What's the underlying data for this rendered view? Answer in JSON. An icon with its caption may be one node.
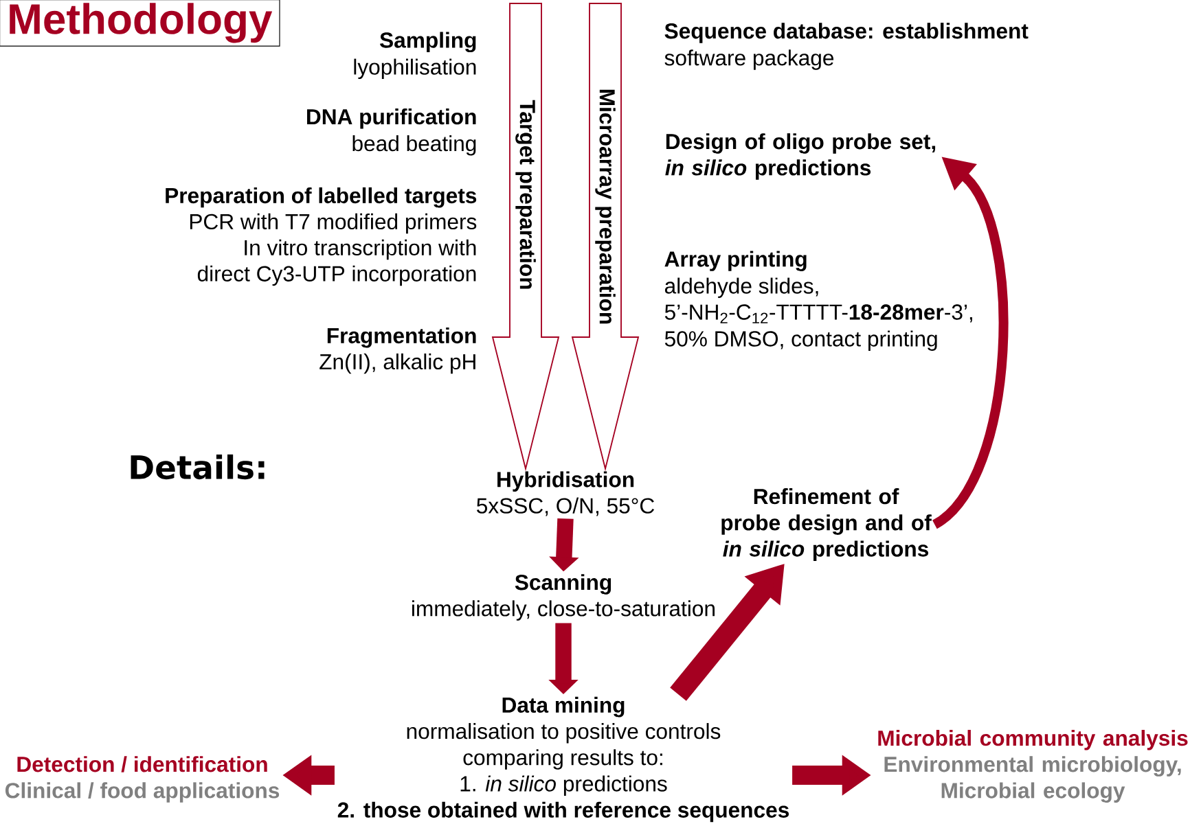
{
  "diagram": {
    "title": "Methodology",
    "nodes": [
      {
        "text": [
          "Hybridisation",
          "5xSSC, O/N, 55°C"
        ]
      },
      {
        "text": [
          "Scanning",
          "immediately, close-to-saturation"
        ]
      },
      {
        "text": [
          "Data mining",
          "normalisation to positive controls",
          "comparing results to:",
          "1. *in silico* predictions",
          "2. those obtained with reference sequences"
        ]
      },
      {
        "text": [
          "Refinement of probe design and of *in silico* predictions"
        ]
      },
      {
        "text": [
          "Detection / identification",
          "Clinical / food applications"
        ]
      },
      {
        "text": [
          "Microbial community analysis",
          "Environmental microbiology, Microbial ecology"
        ]
      },
      {
        "text": [
          "Design of oligo probe set, *in silico* predictions"
        ]
      }
    ],
    "edges": [
      {
        "from": null,
        "to": 0,
        "arrow": "to",
        "label": "Target preparation"
      },
      {
        "from": null,
        "to": 0,
        "arrow": "to",
        "label": "Microarray preparation"
      },
      {
        "from": 0,
        "to": 1,
        "arrow": "to"
      },
      {
        "from": 1,
        "to": 2,
        "arrow": "to"
      },
      {
        "from": 2,
        "to": 3,
        "arrow": "to"
      },
      {
        "from": 3,
        "to": 6,
        "arrow": "to"
      },
      {
        "from": 2,
        "to": 4,
        "arrow": "to"
      },
      {
        "from": 2,
        "to": 5,
        "arrow": "to"
      }
    ],
    "labels": [
      "Sampling",
      "lyophilisation",
      "DNA purification",
      "bead beating",
      "Preparation of labelled targets",
      "PCR with T7 modified primers",
      "In vitro transcription with",
      "direct Cy3-UTP incorporation",
      "Fragmentation",
      "Zn(II), alkalic pH",
      "Sequence database: establishment",
      "software package",
      "Array printing",
      "aldehyde slides,",
      "5’-NH$_{2}$-C$_{12}$-TTTTT-**18-28mer**-3’,",
      "50% DMSO, contact printing",
      "Details:"
    ]
  }
}
